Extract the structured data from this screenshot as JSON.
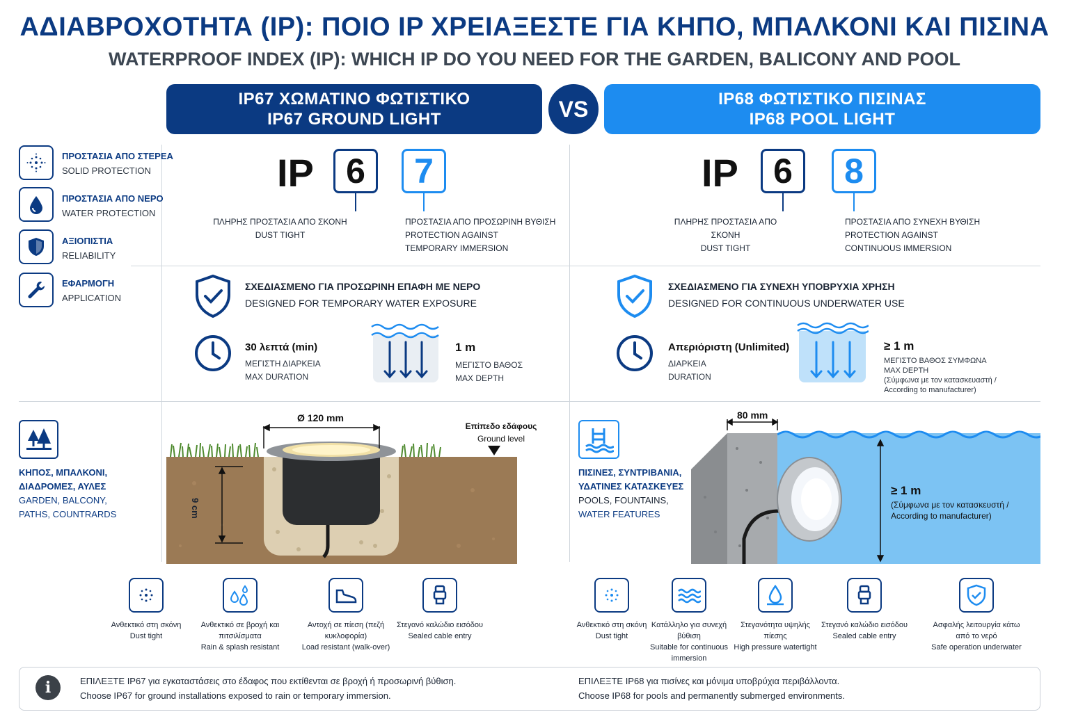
{
  "header": {
    "title_gr": "ΑΔΙΑΒΡΟΧΟΤΗΤΑ (IP): ΠΟΙΟ IP ΧΡΕΙΑΞΕΣΤΕ ΓΙΑ ΚΗΠΟ, ΜΠΑΛΚΟΝΙ ΚΑΙ ΠΙΣΙΝΑ",
    "title_en": "WATERPROOF INDEX (IP): WHICH IP DO YOU NEED FOR THE GARDEN, BALICONY AND POOL"
  },
  "banners": {
    "left_gr": "IP67 ΧΩΜΑΤΙΝΟ ΦΩΤΙΣΤΙΚΟ",
    "left_en": "IP67 GROUND LIGHT",
    "vs": "VS",
    "right_gr": "IP68 ΦΩΤΙΣΤΙΚΟ ΠΙΣΙΝΑΣ",
    "right_en": "IP68 POOL LIGHT"
  },
  "legend": [
    {
      "gr": "ΠΡΟΣΤΑΣΙΑ ΑΠΟ ΣΤΕΡΕΑ",
      "en": "SOLID PROTECTION",
      "icon": "dust-icon"
    },
    {
      "gr": "ΠΡΟΣΤΑΣΙΑ ΑΠΟ ΝΕΡΟ",
      "en": "WATER PROTECTION",
      "icon": "water-drop-icon"
    },
    {
      "gr": "ΑΞΙΟΠΙΣΤΙΑ",
      "en": "RELIABILITY",
      "icon": "shield-icon"
    },
    {
      "gr": "ΕΦΑΡΜΟΓΗ",
      "en": "APPLICATION",
      "icon": "wrench-icon"
    }
  ],
  "ip67": {
    "ip": "IP",
    "digit1": "6",
    "digit2": "7",
    "d1_gr": "ΠΛΗΡΗΣ ΠΡΟΣΤΑΣΙΑ ΑΠΟ ΣΚΟΝΗ",
    "d1_en": "DUST TIGHT",
    "d2_gr": "ΠΡΟΣΤΑΣΙΑ ΑΠΟ ΠΡΟΣΩΡΙΝΗ ΒΥΘΙΣΗ",
    "d2_en1": "PROTECTION AGAINST",
    "d2_en2": "TEMPORARY IMMERSION",
    "design_gr": "ΣΧΕΔΙΑΣΜΕΝΟ ΓΙΑ ΠΡΟΣΩΡΙΝΗ ΕΠΑΦΗ ΜΕ ΝΕΡΟ",
    "design_en": "DESIGNED FOR TEMPORARY WATER EXPOSURE",
    "duration_val": "30 λεπτά (min)",
    "duration_gr": "ΜΕΓΙΣΤΗ ΔΙΑΡΚΕΙΑ",
    "duration_en": "MAX DURATION",
    "depth_val": "1 m",
    "depth_gr": "ΜΕΓΙΣΤΟ ΒΑΘΟΣ",
    "depth_en": "MAX DEPTH",
    "app_gr1": "ΚΗΠΟΣ, ΜΠΑΛΚΟΝΙ,",
    "app_gr2": "ΔΙΑΔΡΟΜΕΣ, ΑΥΛΕΣ",
    "app_en1": "GARDEN, BALCONY,",
    "app_en2": "PATHS, COUNTRARDS",
    "diameter": "Ø 120 mm",
    "ground_gr": "Επίπεδο εδάφους",
    "ground_en": "Ground level",
    "depth_dim": "9 cm"
  },
  "ip68": {
    "ip": "IP",
    "digit1": "6",
    "digit2": "8",
    "d1_gr": "ΠΛΗΡΗΣ ΠΡΟΣΤΑΣΙΑ ΑΠΟ ΣΚΟΝΗ",
    "d1_en": "DUST TIGHT",
    "d2_gr": "ΠΡΟΣΤΑΣΙΑ ΑΠΟ ΣΥΝΕΧΗ ΒΥΘΙΣΗ",
    "d2_en1": "PROTECTION AGAINST",
    "d2_en2": "CONTINUOUS IMMERSION",
    "design_gr": "ΣΧΕΔΙΑΣΜΕΝΟ ΓΙΑ ΣΥΝΕΧΗ ΥΠΟΒΡΥΧΙΑ ΧΡΗΣΗ",
    "design_en": "DESIGNED FOR CONTINUOUS UNDERWATER USE",
    "duration_val": "Απεριόριστη (Unlimited)",
    "duration_gr": "ΔΙΑΡΚΕΙΑ",
    "duration_en": "DURATION",
    "depth_val": "≥ 1 m",
    "depth_gr": "ΜΕΓΙΣΤΟ ΒΑΘΟΣ ΣΥΜΦΩΝΑ",
    "depth_en": "MAX DEPTH",
    "depth_note1": "(Σύμφωνα με τον κατασκευαστή /",
    "depth_note2": "According to manufacturer)",
    "app_gr1": "ΠΙΣΙΝΕΣ, ΣΥΝΤΡΙΒΑΝΙΑ,",
    "app_gr2": "ΥΔΑΤΙΝΕΣ ΚΑΤΑΣΚΕΥΕΣ",
    "app_en1": "POOLS, FOUNTAINS,",
    "app_en2": "WATER FEATURES",
    "width_dim": "80 mm",
    "pool_depth": "≥ 1 m",
    "pool_note1": "(Σύμφωνα με τον κατασκευστή /",
    "pool_note2": "According to manufacturer)"
  },
  "features_left": [
    {
      "gr": "Ανθεκτικό στη σκόνη",
      "en": "Dust tight",
      "icon": "dust-icon"
    },
    {
      "gr": "Ανθεκτικό σε βροχή και πιτσιλίσματα",
      "en": "Rain & splash resistant",
      "icon": "rain-drops-icon"
    },
    {
      "gr": "Αντοχή σε πίεση (πεζή κυκλοφορία)",
      "en": "Load resistant (walk-over)",
      "icon": "shoe-icon"
    },
    {
      "gr": "Στεγανό καλώδιο εισόδου",
      "en": "Sealed cable entry",
      "icon": "cable-gland-icon"
    }
  ],
  "features_right": [
    {
      "gr": "Ανθεκτικό στη σκόνη",
      "en": "Dust tight",
      "icon": "dust-icon"
    },
    {
      "gr": "Κατάλληλο για συνεχή βύθιση",
      "en": "Suitable for continuous immersion",
      "icon": "waves-icon"
    },
    {
      "gr": "Στεγανότητα υψηλής πίεσης",
      "en": "High pressure watertight",
      "icon": "pressure-drop-icon"
    },
    {
      "gr": "Στεγανό καλώδιο εισόδου",
      "en": "Sealed cable entry",
      "icon": "cable-gland-icon"
    },
    {
      "gr": "Ασφαλής λειτουργία κάτω από το νερό",
      "en": "Safe operation underwater",
      "icon": "shield-check-icon"
    }
  ],
  "info": {
    "left_gr": "ΕΠΙΛΕΞΤΕ IP67 για εγκαταστάσεις στο έδαφος που εκτίθενται σε βροχή ή προσωρινή βύθιση.",
    "left_en": "Choose IP67 for ground installations exposed to rain or temporary immersion.",
    "right_gr": "ΕΠΙΛΕΞΤΕ IP68 για πισίνες και μόνιμα υποβρύχια περιβάλλοντα.",
    "right_en": "Choose IP68 for pools and permanently submerged environments."
  },
  "colors": {
    "navy": "#0b3a82",
    "blue": "#1d8cf0",
    "water": "#7cc3f3",
    "soil": "#9b7a55"
  }
}
